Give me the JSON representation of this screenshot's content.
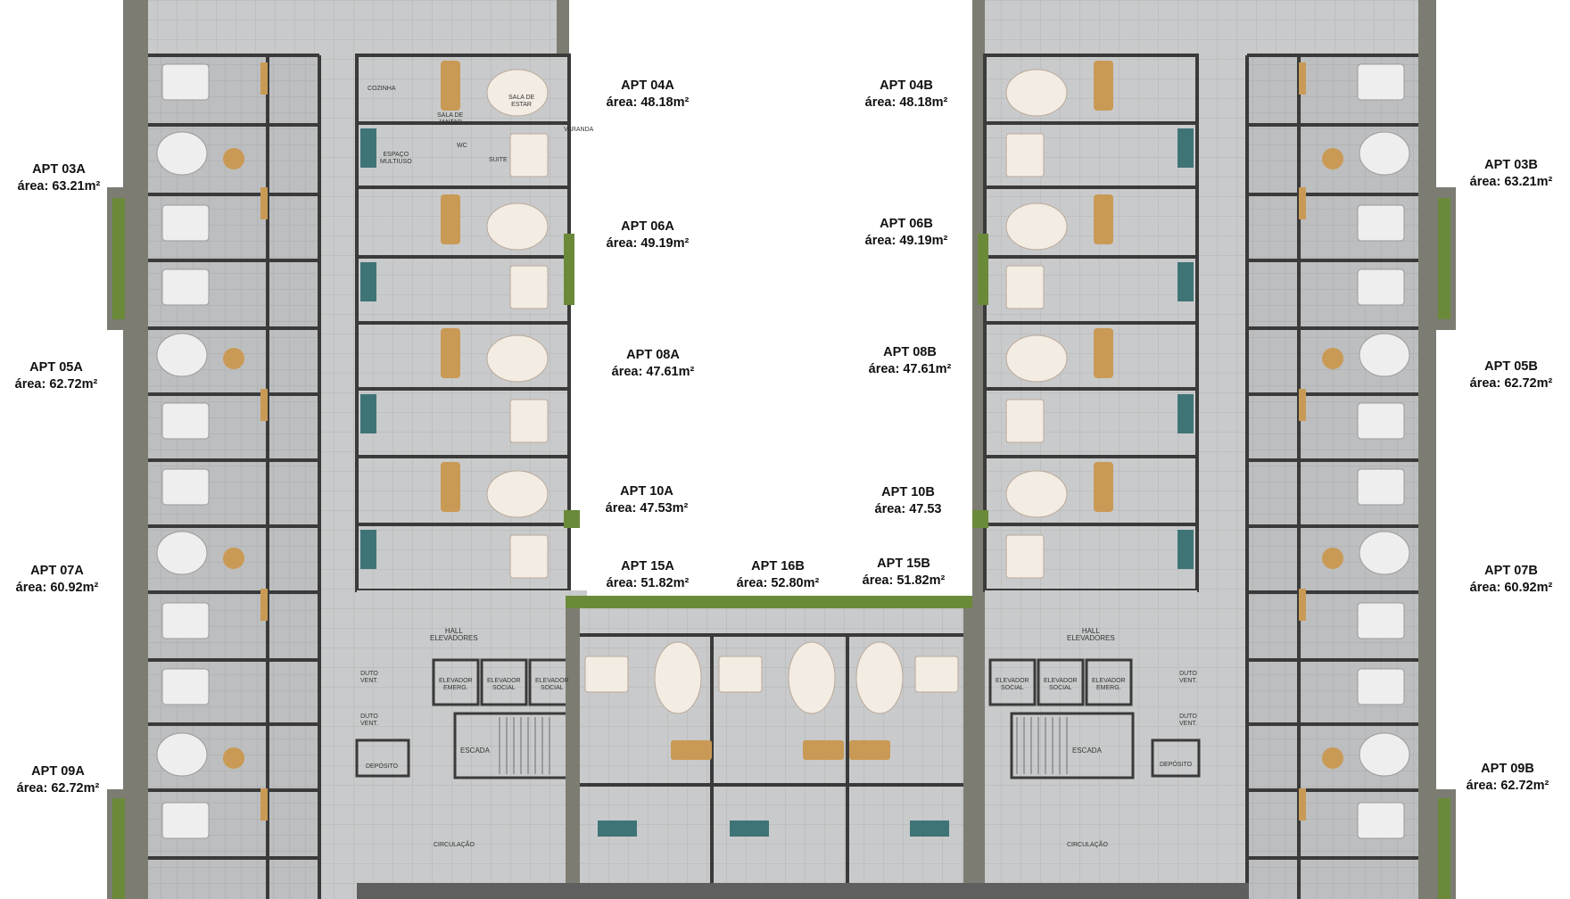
{
  "apartments": [
    {
      "id": "04a",
      "name": "APT 04A",
      "area": "área: 48.18m²"
    },
    {
      "id": "04b",
      "name": "APT 04B",
      "area": "área: 48.18m²"
    },
    {
      "id": "03a",
      "name": "APT 03A",
      "area": "área: 63.21m²"
    },
    {
      "id": "03b",
      "name": "APT 03B",
      "area": "área: 63.21m²"
    },
    {
      "id": "06a",
      "name": "APT 06A",
      "area": "área: 49.19m²"
    },
    {
      "id": "06b",
      "name": "APT 06B",
      "area": "área: 49.19m²"
    },
    {
      "id": "08a",
      "name": "APT 08A",
      "area": "área: 47.61m²"
    },
    {
      "id": "08b",
      "name": "APT 08B",
      "area": "área: 47.61m²"
    },
    {
      "id": "05a",
      "name": "APT 05A",
      "area": "área: 62.72m²"
    },
    {
      "id": "05b",
      "name": "APT 05B",
      "area": "área: 62.72m²"
    },
    {
      "id": "10a",
      "name": "APT 10A",
      "area": "área: 47.53m²"
    },
    {
      "id": "10b",
      "name": "APT 10B",
      "area": "área: 47.53"
    },
    {
      "id": "15a",
      "name": "APT 15A",
      "area": "área: 51.82m²"
    },
    {
      "id": "16b",
      "name": "APT 16B",
      "area": "área: 52.80m²"
    },
    {
      "id": "15b",
      "name": "APT 15B",
      "area": "área: 51.82m²"
    },
    {
      "id": "07a",
      "name": "APT 07A",
      "area": "área: 60.92m²"
    },
    {
      "id": "07b",
      "name": "APT 07B",
      "area": "área: 60.92m²"
    },
    {
      "id": "09a",
      "name": "APT 09A",
      "area": "área: 62.72m²"
    },
    {
      "id": "09b",
      "name": "APT 09B",
      "area": "área: 62.72m²"
    }
  ],
  "rooms": {
    "hall": [
      "HALL",
      "ELEVADORES"
    ],
    "elevador_emerg": [
      "ELEVADOR",
      "EMERG."
    ],
    "elevador_social": [
      "ELEVADOR",
      "SOCIAL"
    ],
    "duto": [
      "DUTO",
      "VENT."
    ],
    "escada": "ESCADA",
    "deposito": "DEPÓSITO",
    "circulacao": "CIRCULAÇÃO",
    "cozinha": "COZINHA",
    "suite": "SUITE",
    "wc": "WC",
    "varanda": "VARANDA",
    "sala_estar": [
      "SALA DE",
      "ESTAR"
    ],
    "sala_jantar": [
      "SALA DE",
      "JANTAR"
    ],
    "espaco": [
      "ESPAÇO",
      "MULTIUSO"
    ]
  },
  "colors": {
    "floor": "#c9cacb",
    "wall": "#3a3a3a",
    "outer": "#7c7c72",
    "green": "#6a8a3a",
    "wood": "#c99a55",
    "teal": "#3f7477"
  }
}
